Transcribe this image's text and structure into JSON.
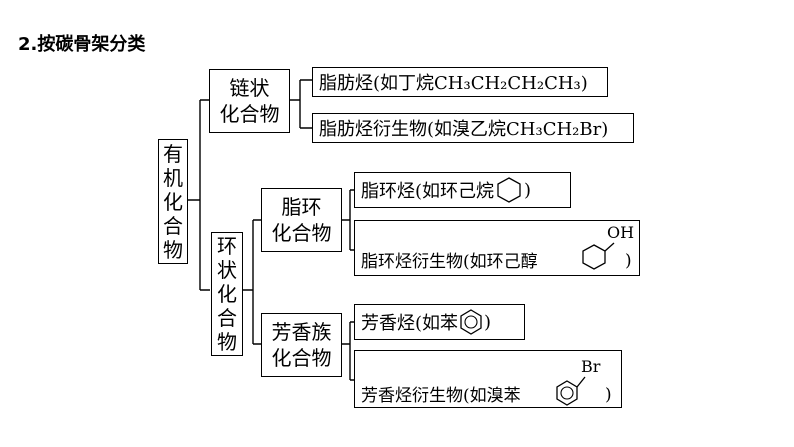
{
  "title": "2.按碳骨架分类",
  "root": {
    "chars": [
      "有",
      "机",
      "化",
      "合",
      "物"
    ]
  },
  "chain": {
    "line1": "链状",
    "line2": "化合物",
    "items": [
      {
        "text": "脂肪烃(如丁烷CH₃CH₂CH₂CH₃)"
      },
      {
        "text": "脂肪烃衍生物(如溴乙烷CH₃CH₂Br)"
      }
    ]
  },
  "ring": {
    "chars": [
      "环",
      "状",
      "化",
      "合",
      "物"
    ],
    "alicyclic": {
      "line1": "脂环",
      "line2": "化合物",
      "hydrocarbon": {
        "prefix": "脂环烃(如环己烷",
        "suffix": ")"
      },
      "derivative": {
        "prefix": "脂环烃衍生物(如环己醇",
        "suffix": ")",
        "group": "OH"
      }
    },
    "aromatic": {
      "line1": "芳香族",
      "line2": "化合物",
      "hydrocarbon": {
        "prefix": "芳香烃(如苯",
        "suffix": ")"
      },
      "derivative": {
        "prefix": "芳香烃衍生物(如溴苯",
        "suffix": ")",
        "group": "Br"
      }
    }
  }
}
